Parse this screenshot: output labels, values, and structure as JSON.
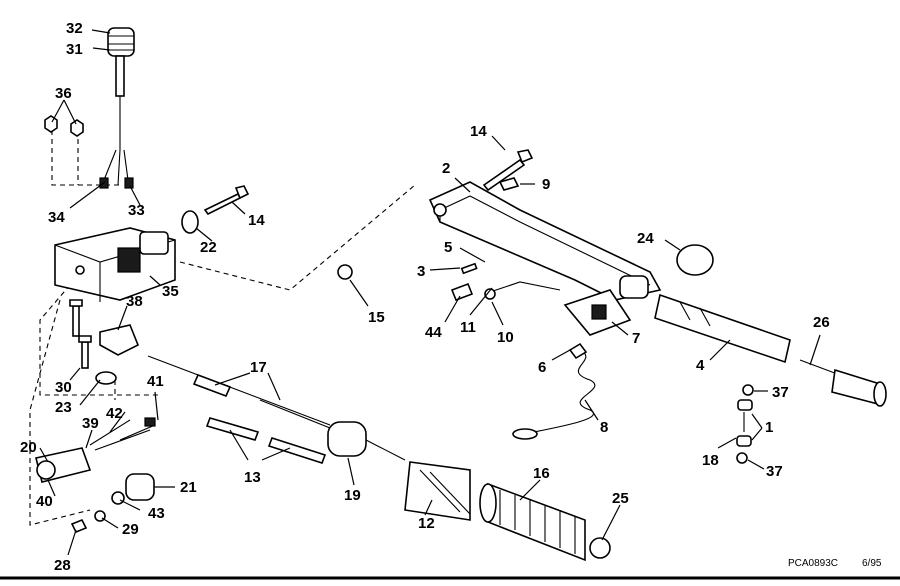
{
  "callouts": [
    {
      "id": "c32",
      "text": "32"
    },
    {
      "id": "c31",
      "text": "31"
    },
    {
      "id": "c36",
      "text": "36"
    },
    {
      "id": "c34",
      "text": "34"
    },
    {
      "id": "c33",
      "text": "33"
    },
    {
      "id": "c14a",
      "text": "14"
    },
    {
      "id": "c22",
      "text": "22"
    },
    {
      "id": "c35",
      "text": "35"
    },
    {
      "id": "c38",
      "text": "38"
    },
    {
      "id": "c30",
      "text": "30"
    },
    {
      "id": "c23",
      "text": "23"
    },
    {
      "id": "c41",
      "text": "41"
    },
    {
      "id": "c42",
      "text": "42"
    },
    {
      "id": "c39",
      "text": "39"
    },
    {
      "id": "c20",
      "text": "20"
    },
    {
      "id": "c40",
      "text": "40"
    },
    {
      "id": "c21",
      "text": "21"
    },
    {
      "id": "c43",
      "text": "43"
    },
    {
      "id": "c29",
      "text": "29"
    },
    {
      "id": "c28",
      "text": "28"
    },
    {
      "id": "c17",
      "text": "17"
    },
    {
      "id": "c13",
      "text": "13"
    },
    {
      "id": "c19",
      "text": "19"
    },
    {
      "id": "c12",
      "text": "12"
    },
    {
      "id": "c16",
      "text": "16"
    },
    {
      "id": "c25",
      "text": "25"
    },
    {
      "id": "c14b",
      "text": "14"
    },
    {
      "id": "c2",
      "text": "2"
    },
    {
      "id": "c9",
      "text": "9"
    },
    {
      "id": "c24",
      "text": "24"
    },
    {
      "id": "c5",
      "text": "5"
    },
    {
      "id": "c3",
      "text": "3"
    },
    {
      "id": "c15",
      "text": "15"
    },
    {
      "id": "c44",
      "text": "44"
    },
    {
      "id": "c11",
      "text": "11"
    },
    {
      "id": "c10",
      "text": "10"
    },
    {
      "id": "c7",
      "text": "7"
    },
    {
      "id": "c6",
      "text": "6"
    },
    {
      "id": "c4",
      "text": "4"
    },
    {
      "id": "c26",
      "text": "26"
    },
    {
      "id": "c37a",
      "text": "37"
    },
    {
      "id": "c1",
      "text": "1"
    },
    {
      "id": "c18",
      "text": "18"
    },
    {
      "id": "c37b",
      "text": "37"
    },
    {
      "id": "c8",
      "text": "8"
    }
  ],
  "footer": {
    "code": "PCA0893C",
    "date": "6/95"
  }
}
